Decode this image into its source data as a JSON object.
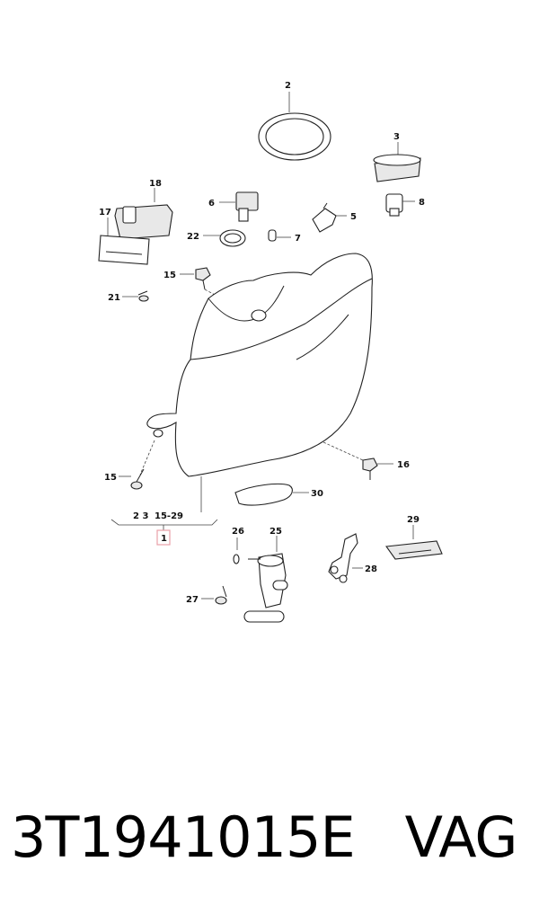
{
  "callouts": {
    "c1": "1",
    "c2": "2",
    "c3": "3",
    "c5": "5",
    "c6": "6",
    "c7": "7",
    "c8": "8",
    "c15a": "15",
    "c15b": "15",
    "c16": "16",
    "c17": "17",
    "c18": "18",
    "c21": "21",
    "c22": "22",
    "c25": "25",
    "c26": "26",
    "c27": "27",
    "c28": "28",
    "c29": "29",
    "c30": "30"
  },
  "group_label": {
    "items": "2 3",
    "range": "15-29"
  },
  "colors": {
    "highlight_box": "#e8a0a8",
    "line": "#222222"
  },
  "footer": {
    "part_number": "3T1941015E",
    "brand": "VAG"
  }
}
